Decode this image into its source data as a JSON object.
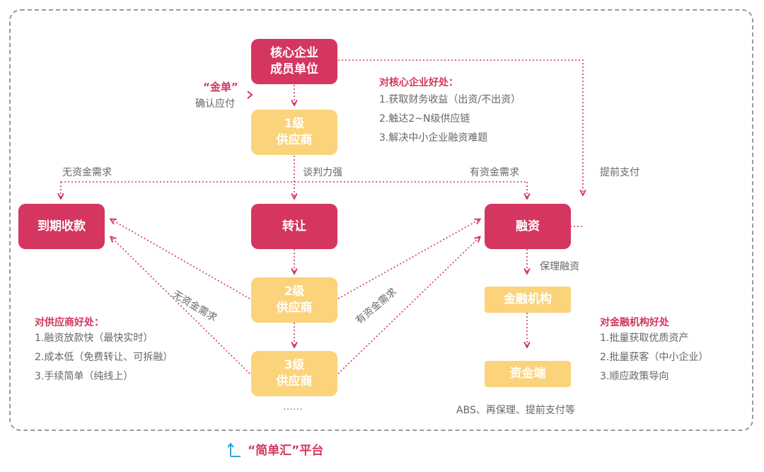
{
  "nodes": {
    "core_enterprise": "核心企业\n成员单位",
    "supplier_1": "1级\n供应商",
    "maturity_payment": "到期收款",
    "transfer": "转让",
    "financing": "融资",
    "supplier_2": "2级\n供应商",
    "supplier_3": "3级\n供应商",
    "financial_institution": "金融机构",
    "capital_side": "资金端"
  },
  "labels": {
    "golden_note_title": "“金单”",
    "golden_note_sub": "确认应付",
    "no_funding_need_top": "无资金需求",
    "strong_bargaining": "谈判力强",
    "funding_need_top": "有资金需求",
    "early_payment": "提前支付",
    "factoring": "保理融资",
    "no_funding_need_diag": "无资金需求",
    "funding_need_diag": "有资金需求",
    "ellipsis": "……",
    "abs_note": "ABS、再保理、提前支付等"
  },
  "benefits": {
    "core": {
      "title": "对核心企业好处：",
      "items": [
        "1.获取财务收益（出资/不出资）",
        "2.触达2~N级供应链",
        "3.解决中小企业融资难题"
      ]
    },
    "supplier": {
      "title": "对供应商好处：",
      "items": [
        "1.融资放款快（最快实时）",
        "2.成本低（免费转让、可拆融）",
        "3.手续简单（纯线上）"
      ]
    },
    "institution": {
      "title": "对金融机构好处",
      "items": [
        "1.批量获取优质资产",
        "2.批量获客（中小企业）",
        "3.顺应政策导向"
      ]
    }
  },
  "platform_label": "“简单汇”平台",
  "colors": {
    "red": "#d4365f",
    "yellow": "#fbd37b",
    "gray_text": "#666666",
    "dashed_frame": "#9a9a9a",
    "platform_arrow": "#2aa6df"
  }
}
